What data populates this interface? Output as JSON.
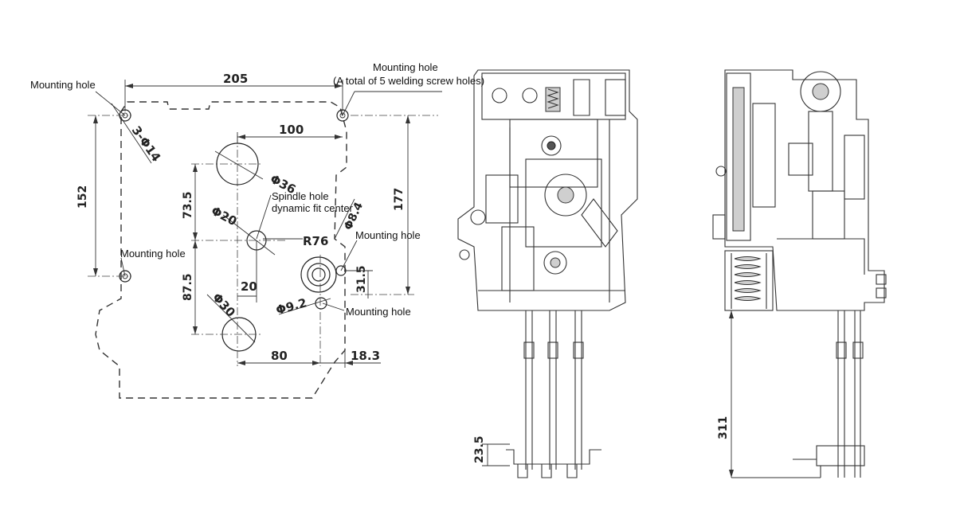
{
  "callouts": {
    "mounting_hole_top_left": "Mounting hole",
    "mounting_hole_top_right": "Mounting hole",
    "welding_note": "(A total of 5 welding screw holes)",
    "spindle_hole_line1": "Spindle hole",
    "spindle_hole_line2": "dynamic fit center",
    "mounting_hole_right": "Mounting hole",
    "mounting_hole_left": "Mounting hole",
    "mounting_hole_bottom": "Mounting hole"
  },
  "dimensions": {
    "width_205": "205",
    "holes_3_d14": "3-Φ14",
    "dist_100": "100",
    "diam_36": "Φ36",
    "height_152": "152",
    "height_177": "177",
    "dist_73_5": "73.5",
    "diam_20": "Φ20",
    "diam_8_4": "Φ8.4",
    "radius_76": "R76",
    "dist_87_5": "87.5",
    "dist_20": "20",
    "dist_31_5": "31.5",
    "diam_30": "Φ30",
    "diam_9_2": "Φ9.2",
    "dist_80": "80",
    "dist_18_3": "18.3",
    "dist_23_5": "23.5",
    "height_311": "311"
  }
}
